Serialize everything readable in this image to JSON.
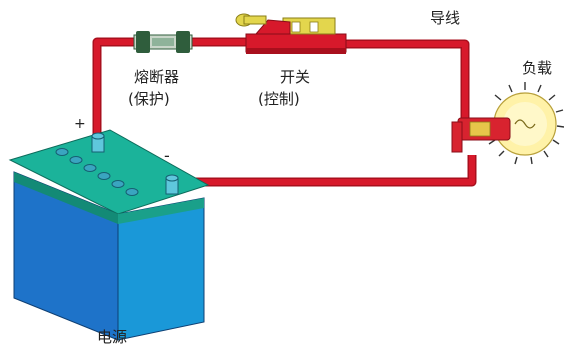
{
  "labels": {
    "wire": "导线",
    "load": "负载",
    "fuse": "熔断器",
    "fuse_sub": "(保护)",
    "switch": "开关",
    "switch_sub": "(控制)",
    "power": "电源",
    "plus": "+",
    "minus": "-"
  },
  "colors": {
    "wire": "#d7192b",
    "wire_dark": "#a90f1d",
    "battery_front": "#1e73c9",
    "battery_side": "#1a98d8",
    "battery_top": "#1bb39a",
    "terminal": "#3aa5c0",
    "fuse": "#2f5d3c",
    "bulb_glass": "#fff2a8",
    "bulb_holder": "#d8232f"
  }
}
